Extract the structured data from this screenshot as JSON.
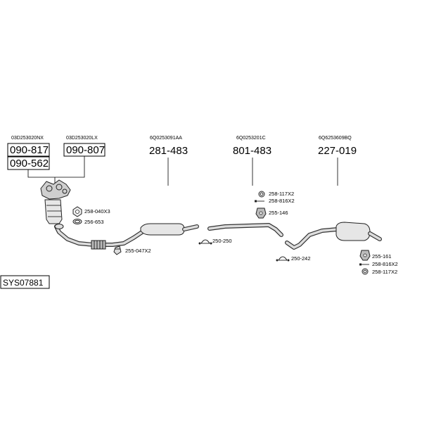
{
  "oem_numbers": {
    "manifold_a": "03D253020NX",
    "manifold_b": "03D253020LX",
    "front_pipe": "6Q0253091AA",
    "middle_pipe": "6Q0253201C",
    "rear_silencer": "6Q6253609BQ"
  },
  "part_numbers": {
    "manifold_a": "090-817",
    "manifold_b": "090-807",
    "manifold_c": "090-562",
    "front_pipe": "281-483",
    "middle_pipe": "801-483",
    "rear_silencer": "227-019"
  },
  "accessories": {
    "gasket_1": "258-040X3",
    "ring_1": "256-653",
    "clamp_1": "255-047X2",
    "clamp_2": "250-250",
    "ring_2": "258-117X2",
    "bolt_1": "258-816X2",
    "hanger_1": "255-146",
    "clamp_3": "250-242",
    "hanger_2": "255-161",
    "bolt_2": "258-816X2",
    "ring_3": "258-117X2"
  },
  "system_code": "SYS07881"
}
